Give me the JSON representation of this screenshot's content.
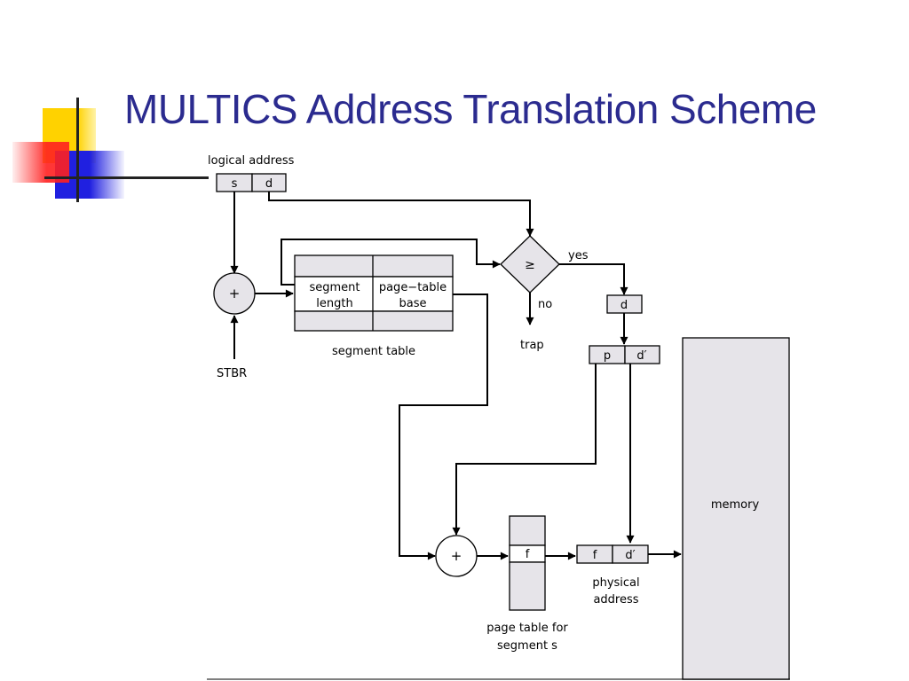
{
  "title": "MULTICS Address Translation Scheme",
  "colors": {
    "title": "#2b2b8f",
    "deco_yellow": "#ffd200",
    "deco_red": "#ff2020",
    "deco_blue": "#2020e0",
    "cell_fill": "#e6e4e9"
  },
  "labels": {
    "logical_address": "logical address",
    "s": "s",
    "d": "d",
    "adder_symbol": "+",
    "stbr": "STBR",
    "segment_length_line1": "segment",
    "segment_length_line2": "length",
    "page_table_base_line1": "page−table",
    "page_table_base_line2": "base",
    "segment_table": "segment table",
    "compare_symbol": "≥",
    "yes": "yes",
    "no": "no",
    "trap": "trap",
    "d_box": "d",
    "p": "p",
    "d_prime": "d′",
    "memory": "memory",
    "f": "f",
    "page_table_line1": "page table for",
    "page_table_line2": "segment s",
    "physical_address_line1": "physical",
    "physical_address_line2": "address"
  }
}
